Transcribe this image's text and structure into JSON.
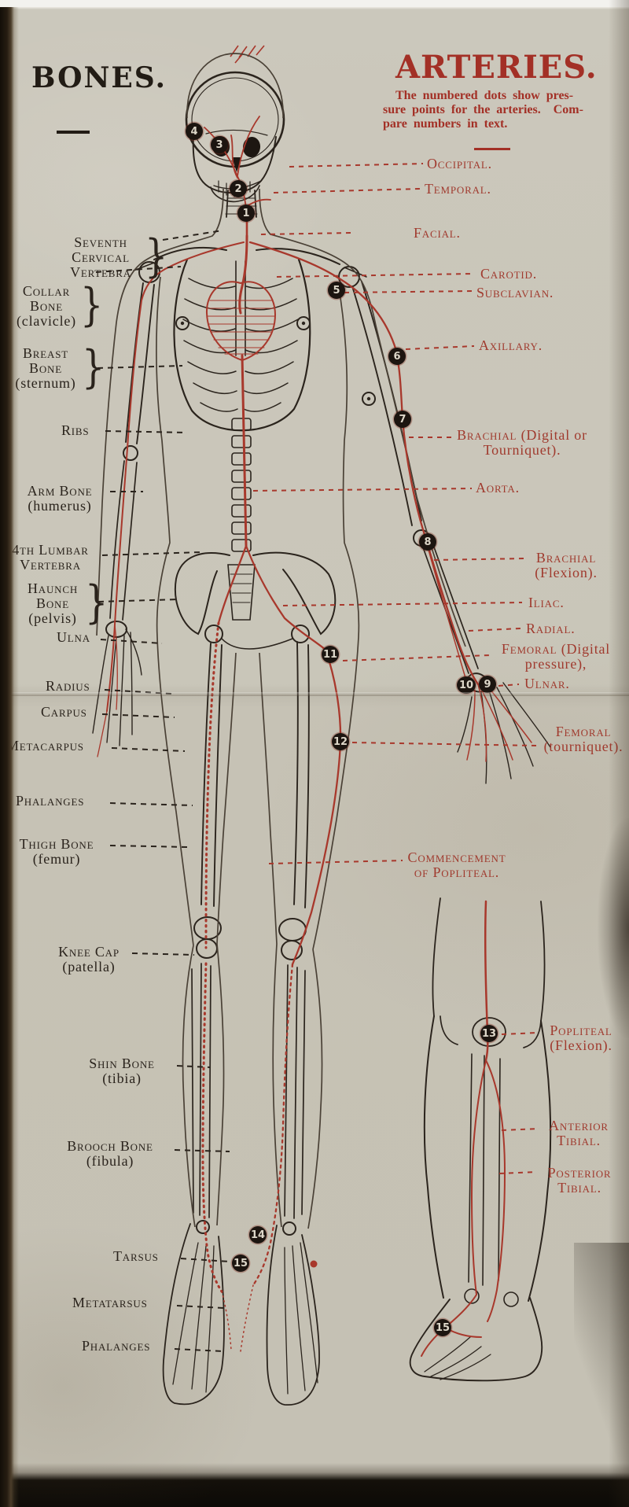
{
  "titles": {
    "bones": "BONES.",
    "arteries": "ARTERIES.",
    "note": "  The numbered dots show pres-\nsure points for the arteries.  Com-\npare numbers in text."
  },
  "decor": {
    "brace": "}"
  },
  "bone_labels": [
    {
      "name": "Seventh\nCervical\nVertebra",
      "sub": ""
    },
    {
      "name": "Collar\nBone",
      "sub": "(clavicle)"
    },
    {
      "name": "Breast\nBone",
      "sub": "(sternum)"
    },
    {
      "name": "Ribs",
      "sub": ""
    },
    {
      "name": "Arm Bone",
      "sub": "(humerus)"
    },
    {
      "name": "4th Lumbar\nVertebra",
      "sub": ""
    },
    {
      "name": "Haunch\nBone",
      "sub": "(pelvis)"
    },
    {
      "name": "Ulna",
      "sub": ""
    },
    {
      "name": "Radius",
      "sub": ""
    },
    {
      "name": "Carpus",
      "sub": ""
    },
    {
      "name": "Metacarpus",
      "sub": ""
    },
    {
      "name": "Phalanges",
      "sub": ""
    },
    {
      "name": "Thigh Bone",
      "sub": "(femur)"
    },
    {
      "name": "Knee Cap",
      "sub": "(patella)"
    },
    {
      "name": "Shin Bone",
      "sub": "(tibia)"
    },
    {
      "name": "Brooch Bone",
      "sub": "(fibula)"
    },
    {
      "name": "Tarsus",
      "sub": ""
    },
    {
      "name": "Metatarsus",
      "sub": ""
    },
    {
      "name": "Phalanges",
      "sub": ""
    }
  ],
  "artery_labels": [
    {
      "name": "Occipital.",
      "sub": ""
    },
    {
      "name": "Temporal.",
      "sub": ""
    },
    {
      "name": "Facial.",
      "sub": ""
    },
    {
      "name": "Carotid.",
      "sub": ""
    },
    {
      "name": "Subclavian.",
      "sub": ""
    },
    {
      "name": "Axillary.",
      "sub": ""
    },
    {
      "name": "Brachial",
      "sub": "(Digital or Tourniquet)."
    },
    {
      "name": "Aorta.",
      "sub": ""
    },
    {
      "name": "Brachial",
      "sub": "(Flexion)."
    },
    {
      "name": "Iliac.",
      "sub": ""
    },
    {
      "name": "Radial.",
      "sub": ""
    },
    {
      "name": "Femoral",
      "sub": "(Digital pressure),"
    },
    {
      "name": "Ulnar.",
      "sub": ""
    },
    {
      "name": "Femoral",
      "sub": "(tourniquet)."
    },
    {
      "name": "Commencement\nof Popliteal.",
      "sub": ""
    },
    {
      "name": "Popliteal",
      "sub": "(Flexion)."
    },
    {
      "name": "Anterior\nTibial.",
      "sub": ""
    },
    {
      "name": "Posterior\nTibial.",
      "sub": ""
    }
  ],
  "pressure_points": [
    {
      "n": "1"
    },
    {
      "n": "2"
    },
    {
      "n": "3"
    },
    {
      "n": "4"
    },
    {
      "n": "5"
    },
    {
      "n": "6"
    },
    {
      "n": "7"
    },
    {
      "n": "8"
    },
    {
      "n": "9"
    },
    {
      "n": "10"
    },
    {
      "n": "11"
    },
    {
      "n": "12"
    },
    {
      "n": "13"
    },
    {
      "n": "14"
    },
    {
      "n": "15"
    },
    {
      "n": "15"
    }
  ],
  "colors": {
    "ink": "#2b241d",
    "red": "#a8382c",
    "paper": "#cac6ba"
  }
}
